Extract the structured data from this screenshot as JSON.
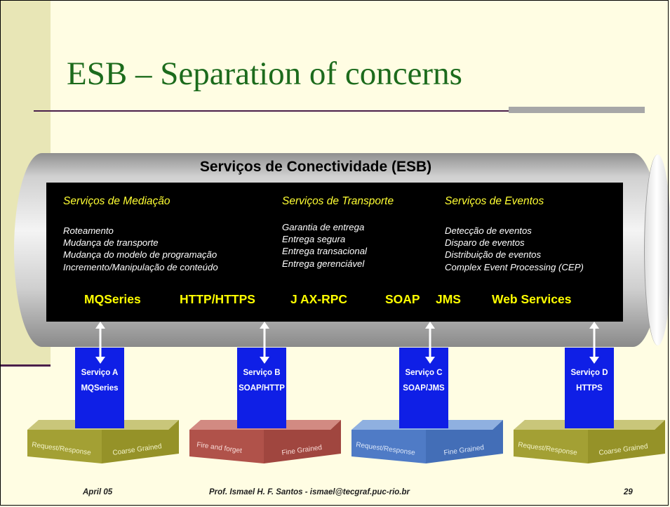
{
  "slide": {
    "title": "ESB – Separation of concerns",
    "bus_title": "Serviços de Conectividade  (ESB)"
  },
  "columns": [
    {
      "header": "Serviços de Mediação",
      "items": [
        "Roteamento",
        "Mudança de transporte",
        "Mudança do modelo de programação",
        "Incremento/Manipulação de conteúdo"
      ]
    },
    {
      "header": "Serviços de Transporte",
      "items": [
        "Garantia de entrega",
        "Entrega segura",
        "Entrega transacional",
        "Entrega gerenciável"
      ]
    },
    {
      "header": "Serviços de Eventos",
      "items": [
        "Detecção de eventos",
        "Disparo de eventos",
        "Distribuição de eventos",
        "Complex Event Processing (CEP)"
      ]
    }
  ],
  "protocols": [
    "MQSeries",
    "HTTP/HTTPS",
    "J AX-RPC",
    "SOAP",
    "JMS",
    "Web Services"
  ],
  "services": [
    {
      "name": "Serviço A",
      "protocol": "MQSeries",
      "left_label": "Request/Response",
      "right_label": "Coarse Grained",
      "color": "#a3a034"
    },
    {
      "name": "Serviço B",
      "protocol": "SOAP/HTTP",
      "left_label": "Fire and forget",
      "right_label": "Fine Grained",
      "color": "#b0524a"
    },
    {
      "name": "Serviço C",
      "protocol": "SOAP/JMS",
      "left_label": "Request/Response",
      "right_label": "Fine Grained",
      "color": "#4f7bc6"
    },
    {
      "name": "Serviço D",
      "protocol": "HTTPS",
      "left_label": "Request/Response",
      "right_label": "Coarse Grained",
      "color": "#a3a034"
    }
  ],
  "footer": {
    "date": "April 05",
    "author": "Prof. Ismael H. F. Santos -  ismael@tecgraf.puc-rio.br",
    "page": "29"
  },
  "colors": {
    "title": "#1c6b1c",
    "slide_bg": "#fffde3",
    "service_box": "#0f1fe6",
    "protocol_text": "#ffff00",
    "column_header": "#ffff33"
  }
}
